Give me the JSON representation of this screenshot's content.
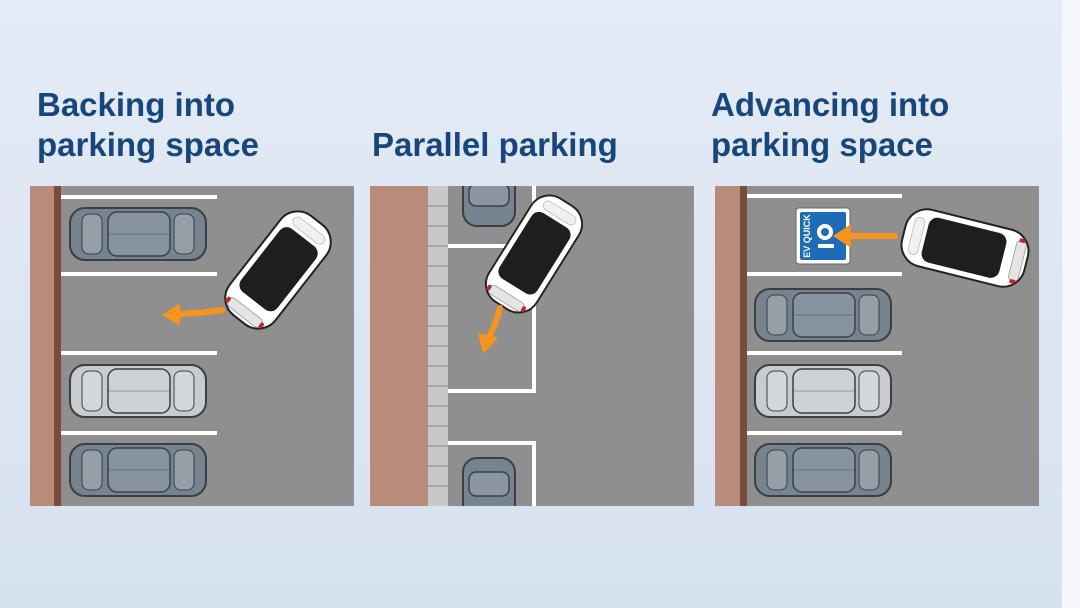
{
  "diagram": {
    "panels": [
      {
        "id": "backing",
        "title": "Backing into\nparking space"
      },
      {
        "id": "parallel",
        "title": "Parallel parking"
      },
      {
        "id": "advancing",
        "title": "Advancing into\nparking space"
      }
    ],
    "sign": {
      "label": "EV QUICK"
    }
  },
  "colors": {
    "background": "#dde6f3",
    "title": "#16467a",
    "asphalt": "#8f8f8f",
    "curb": "#b98b7b",
    "curb_edge": "#7a4a3a",
    "line": "#ffffff",
    "arrow": "#f7941d",
    "parked_car_dark": "#778490",
    "parked_car_light": "#c8ccd0",
    "moving_car_body": "#ffffff",
    "moving_car_glass": "#1e1e1e",
    "sign": "#1e6bb8"
  }
}
